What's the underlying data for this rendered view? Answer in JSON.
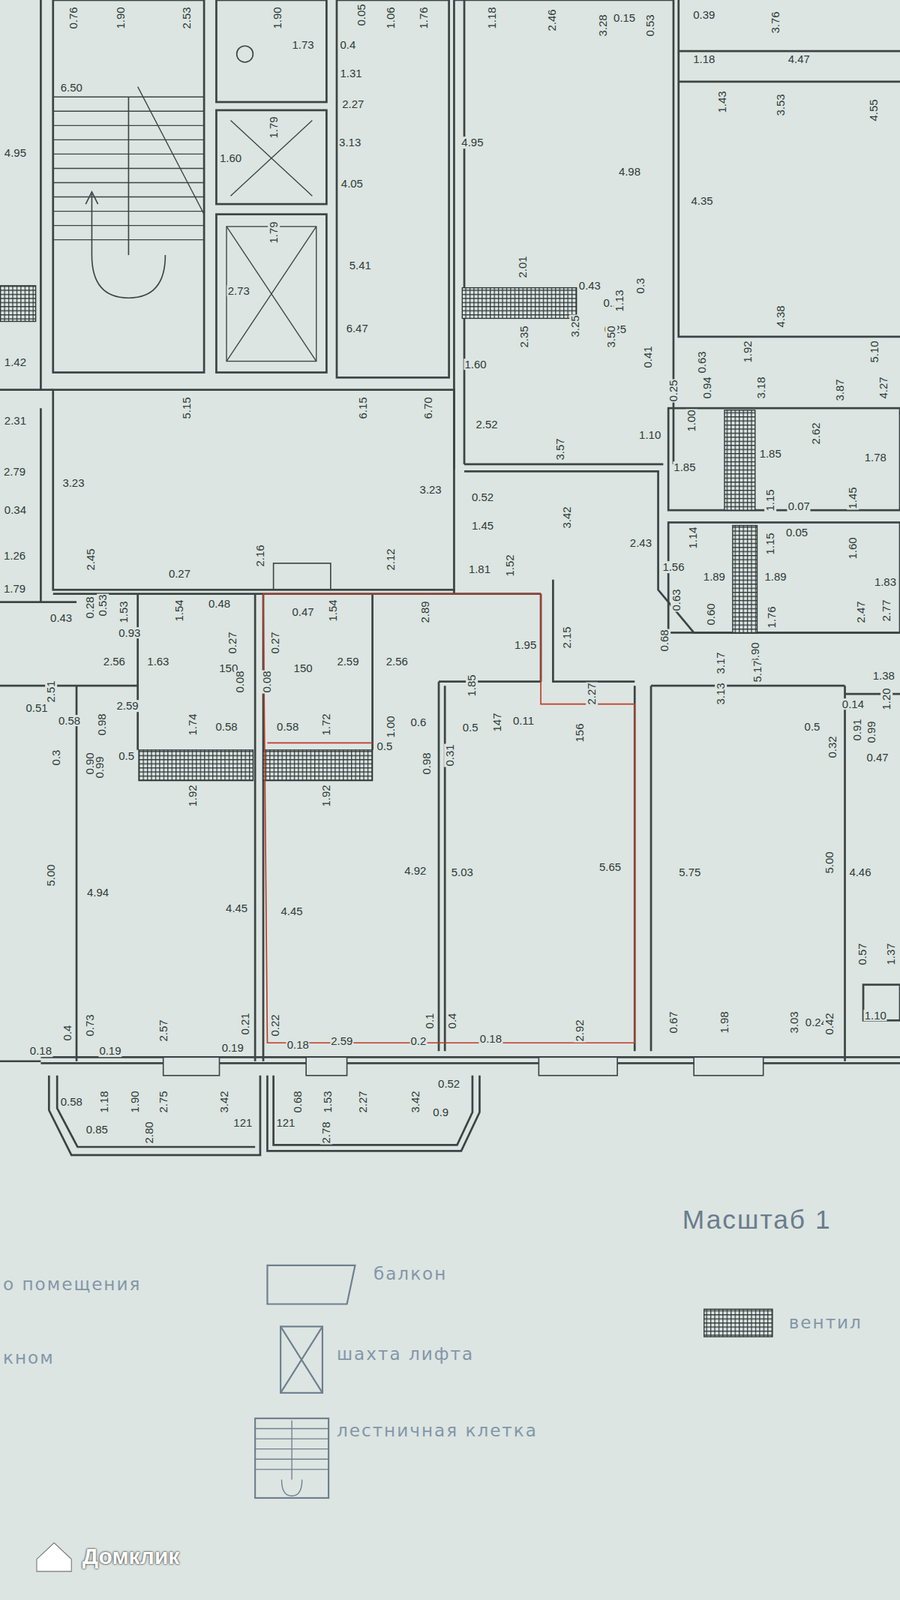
{
  "diagram": {
    "labels": [
      "0.76",
      "1.90",
      "2.53",
      "1.90",
      "0.05",
      "1.06",
      "1.76",
      "1.73",
      "0.4",
      "1.31",
      "6.50",
      "2.27",
      "4.95",
      "1.60",
      "1.79",
      "3.13",
      "4.05",
      "1.79",
      "2.73",
      "5.41",
      "6.47",
      "1.42",
      "5.15",
      "6.15",
      "6.70",
      "2.31",
      "2.79",
      "3.23",
      "3.23",
      "0.34",
      "1.26",
      "1.79",
      "2.45",
      "0.27",
      "2.16",
      "2.12",
      "0.43",
      "0.28",
      "0.53",
      "1.53",
      "0.93",
      "1.54",
      "0.48",
      "0.47",
      "1.54",
      "2.89",
      "1.95",
      "2.15",
      "0.27",
      "0.27",
      "2.56",
      "1.63",
      "150",
      "150",
      "2.59",
      "2.56",
      "2.51",
      "0.08",
      "0.08",
      "1.85",
      "2.27",
      "2.59",
      "0.51",
      "0.58",
      "0.98",
      "1.74",
      "0.58",
      "0.58",
      "1.72",
      "1.00",
      "0.6",
      "0.5",
      "147",
      "0.11",
      "156",
      "0.3",
      "0.90",
      "0.99",
      "0.5",
      "0.5",
      "0.98",
      "0.31",
      "1.92",
      "1.92",
      "5.00",
      "4.94",
      "4.45",
      "4.45",
      "4.92",
      "5.03",
      "5.65",
      "0.73",
      "0.4",
      "2.57",
      "0.21",
      "0.22",
      "0.1",
      "0.4",
      "2.92",
      "0.18",
      "0.19",
      "0.19",
      "0.18",
      "2.59",
      "0.2",
      "0.18",
      "0.58",
      "1.18",
      "1.90",
      "2.75",
      "3.42",
      "0.68",
      "1.53",
      "2.27",
      "3.42",
      "0.52",
      "0.85",
      "2.80",
      "121",
      "121",
      "2.78",
      "0.9",
      "1.18",
      "2.46",
      "3.28",
      "0.15",
      "0.53",
      "1.18",
      "4.95",
      "4.98",
      "2.01",
      "0.43",
      "0.3",
      "0.26",
      "0.25",
      "2.35",
      "3.25",
      "3.50",
      "1.13",
      "1.60",
      "0.41",
      "2.52",
      "3.57",
      "3.42",
      "0.52",
      "1.45",
      "1.81",
      "1.52",
      "1.10",
      "2.43",
      "1.56",
      "0.63",
      "0.68",
      "0.60",
      "0.39",
      "3.76",
      "4.47",
      "1.43",
      "3.53",
      "4.55",
      "4.35",
      "4.38",
      "5.10",
      "0.63",
      "1.92",
      "0.25",
      "0.94",
      "3.18",
      "3.87",
      "4.27",
      "1.00",
      "2.62",
      "1.85",
      "1.85",
      "1.78",
      "1.15",
      "0.07",
      "1.45",
      "1.14",
      "1.15",
      "0.05",
      "1.60",
      "1.89",
      "1.89",
      "1.83",
      "1.76",
      "3.90",
      "2.47",
      "2.77",
      "3.17",
      "5.17",
      "0.14",
      "1.38",
      "1.20",
      "3.13",
      "0.5",
      "0.91",
      "0.99",
      "0.47",
      "0.32",
      "5.75",
      "5.00",
      "4.46",
      "0.57",
      "1.37",
      "1.10",
      "0.67",
      "1.98",
      "3.03",
      "0.24",
      "0.42",
      "Масштаб 1",
      "Домклик"
    ],
    "legend": [
      {
        "text": "балкон"
      },
      {
        "text": "о помещения"
      },
      {
        "text": "вентил"
      },
      {
        "text": "шахта лифта"
      },
      {
        "text": "кном"
      },
      {
        "text": "лестничная клетка"
      }
    ]
  }
}
